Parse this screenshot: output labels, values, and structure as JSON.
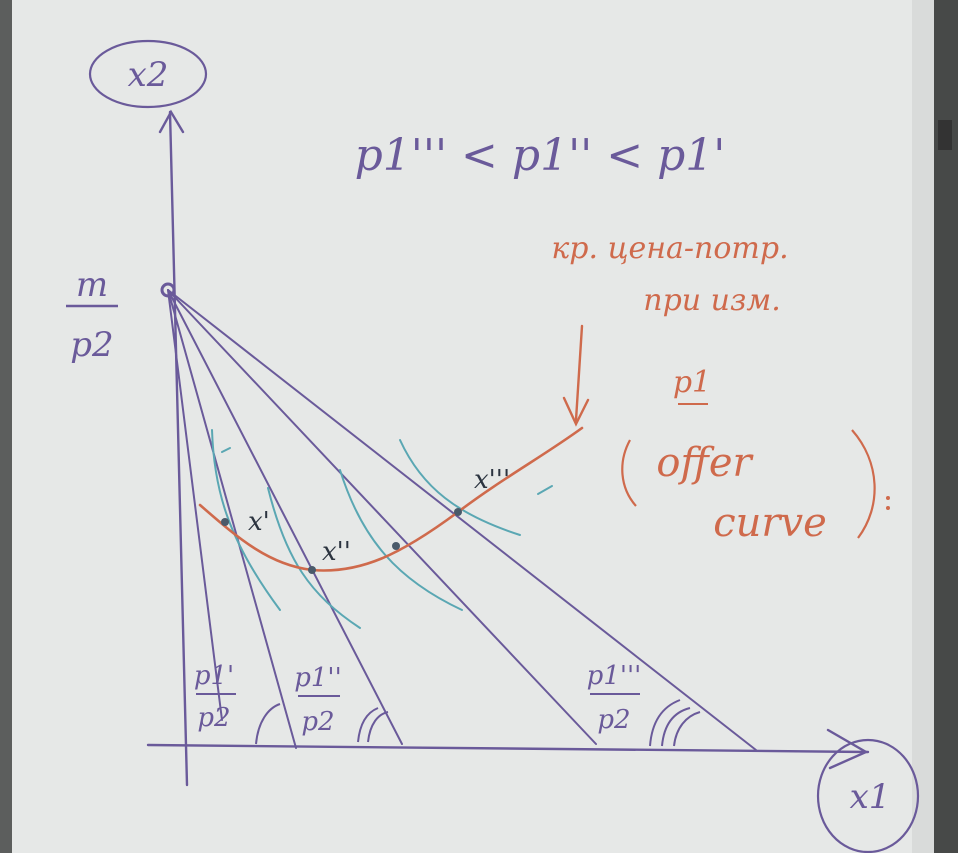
{
  "axes": {
    "y_label": "x2",
    "x_label": "x1",
    "intercept_num": "m",
    "intercept_den": "p2"
  },
  "price_order": "p1''' < p1'' < p1'",
  "curve_label": {
    "line1": "кр. цена-потр.",
    "line2": "при изм.",
    "line3": "p1",
    "english_line1": "offer",
    "english_line2": "curve"
  },
  "bundles": [
    {
      "label": "x'"
    },
    {
      "label": "x''"
    },
    {
      "label": "x'''"
    }
  ],
  "slopes": [
    {
      "num": "p1'",
      "den": "p2"
    },
    {
      "num": "p1''",
      "den": "p2"
    },
    {
      "num": "p1'''",
      "den": "p2"
    }
  ],
  "colors": {
    "board": "#e7e9e8",
    "marker_purple": "#6a5a9a",
    "marker_red": "#cf6a4c",
    "marker_teal": "#5aa7b3",
    "frame": "#4b4d4c"
  }
}
